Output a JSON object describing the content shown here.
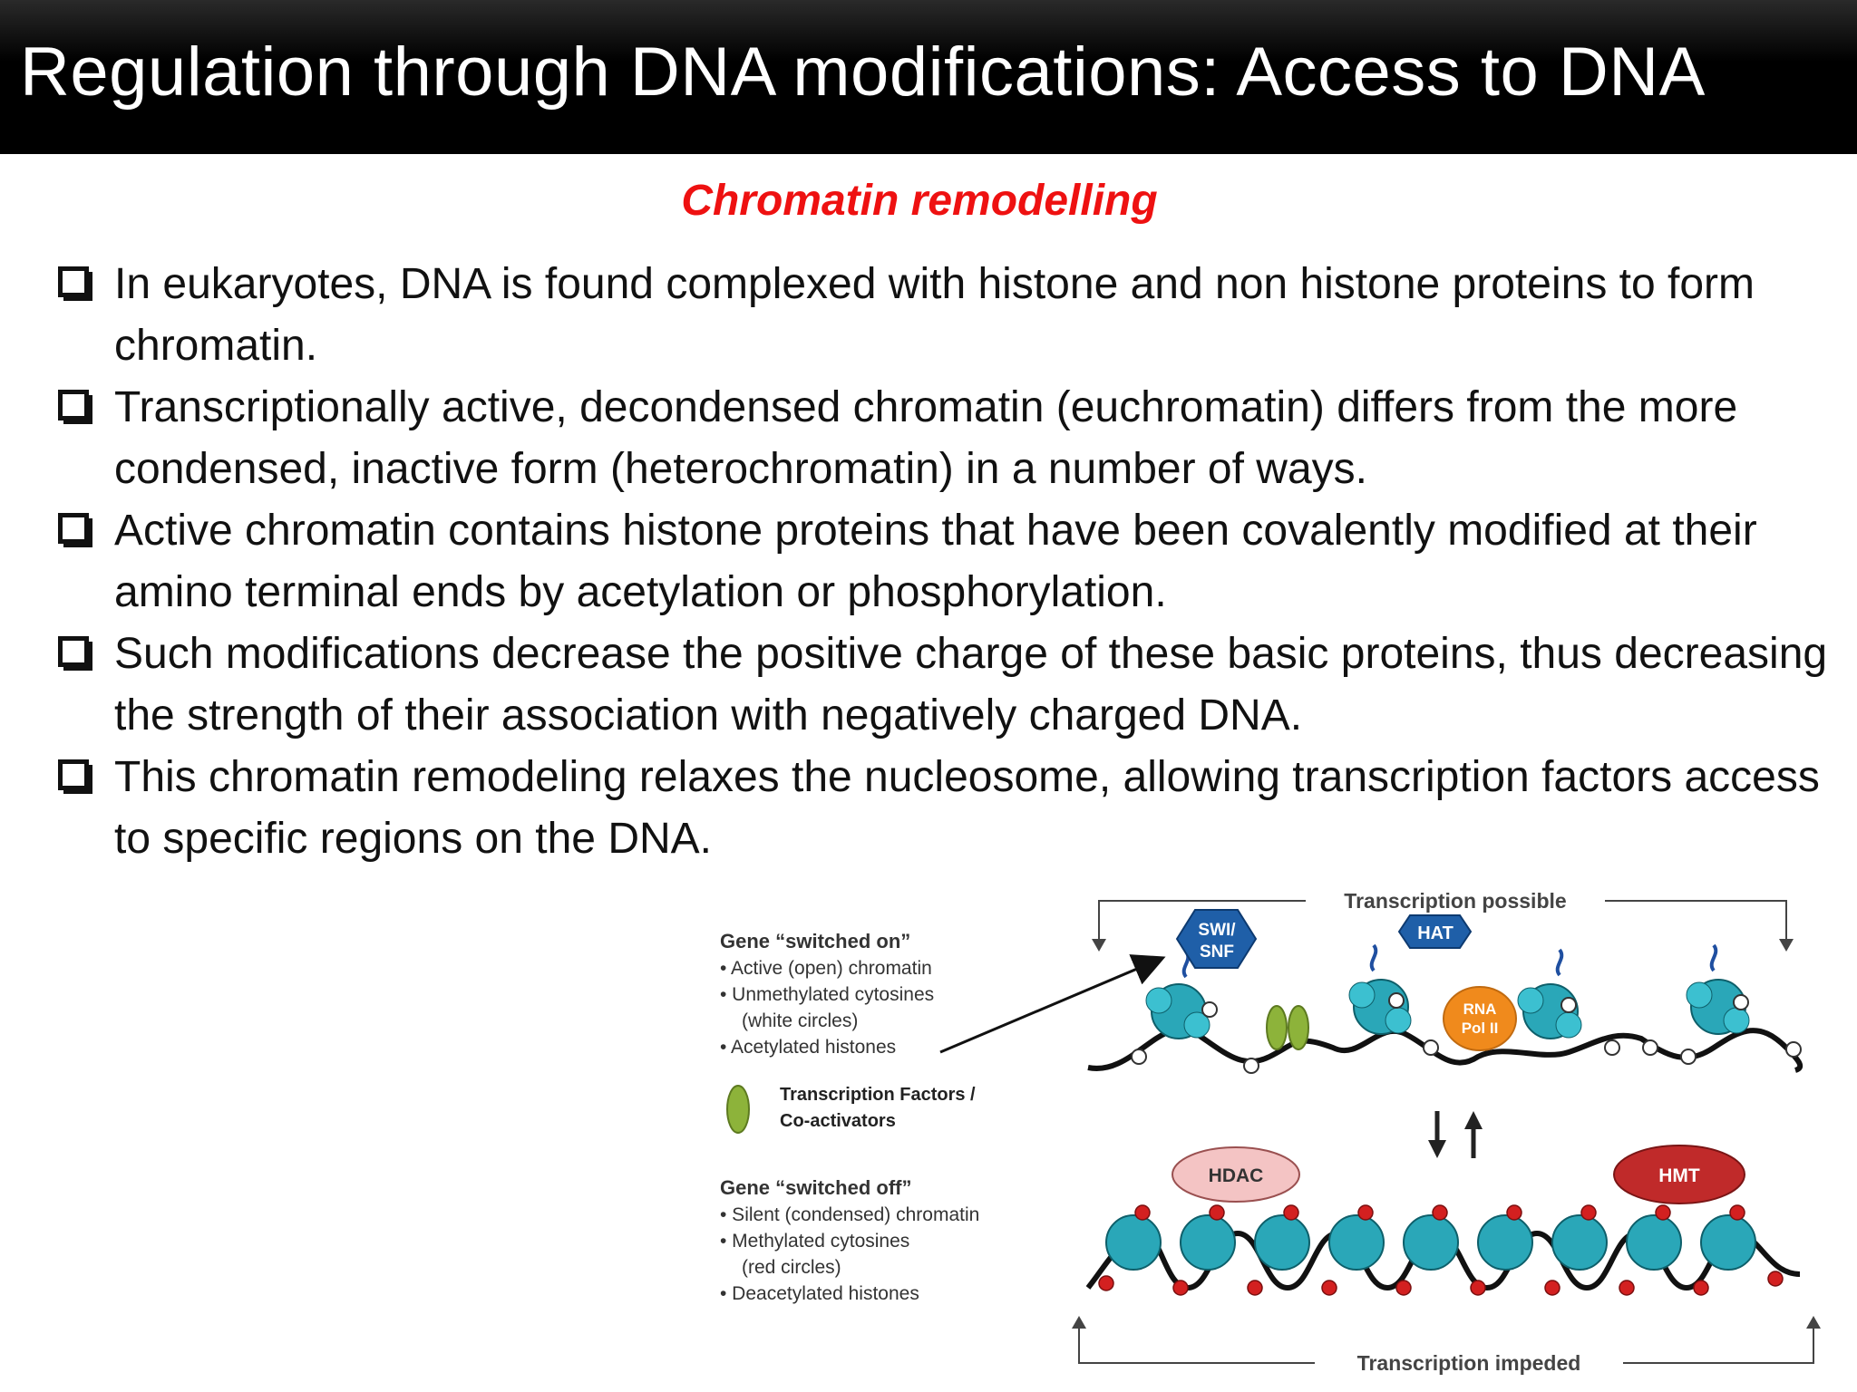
{
  "header": {
    "title": "Regulation through DNA modifications: Access to DNA"
  },
  "subtitle": "Chromatin remodelling",
  "bullets": [
    "In eukaryotes, DNA is found complexed with histone and non histone proteins to form chromatin.",
    "Transcriptionally active, decondensed chromatin (euchromatin) differs from the more condensed, inactive form (heterochromatin) in a number of ways.",
    "Active chromatin contains histone proteins that have been covalently modified at their amino terminal ends by acetylation or phosphorylation.",
    "Such modifications decrease the positive charge of these basic proteins, thus decreasing the strength of their association with negatively charged DNA.",
    "This chromatin remodeling relaxes the nucleosome, allowing transcription factors access to specific regions on the DNA."
  ],
  "figure": {
    "on_title": "Gene “switched on”",
    "on_items": [
      "• Active (open) chromatin",
      "• Unmethylated cytosines",
      "(white circles)",
      "• Acetylated histones"
    ],
    "tf_label_1": "Transcription Factors /",
    "tf_label_2": "Co-activators",
    "off_title": "Gene “switched off”",
    "off_items": [
      "• Silent (condensed) chromatin",
      "• Methylated cytosines",
      "(red circles)",
      "• Deacetylated histones"
    ],
    "transcription_possible": "Transcription possible",
    "transcription_impeded": "Transcription impeded",
    "swi_snf": [
      "SWI/",
      "SNF"
    ],
    "hat": "HAT",
    "rna_pol": [
      "RNA",
      "Pol II"
    ],
    "hdac": "HDAC",
    "hmt": "HMT",
    "colors": {
      "histone": "#2aa7b8",
      "tf": "#8db33a",
      "enzyme_blue": "#1f5fa8",
      "rna_pol": "#f08a1c",
      "hdac": "#f4c4c4",
      "hmt": "#c02a2a",
      "methyl": "#d32020",
      "title_red": "#ee1111"
    }
  }
}
